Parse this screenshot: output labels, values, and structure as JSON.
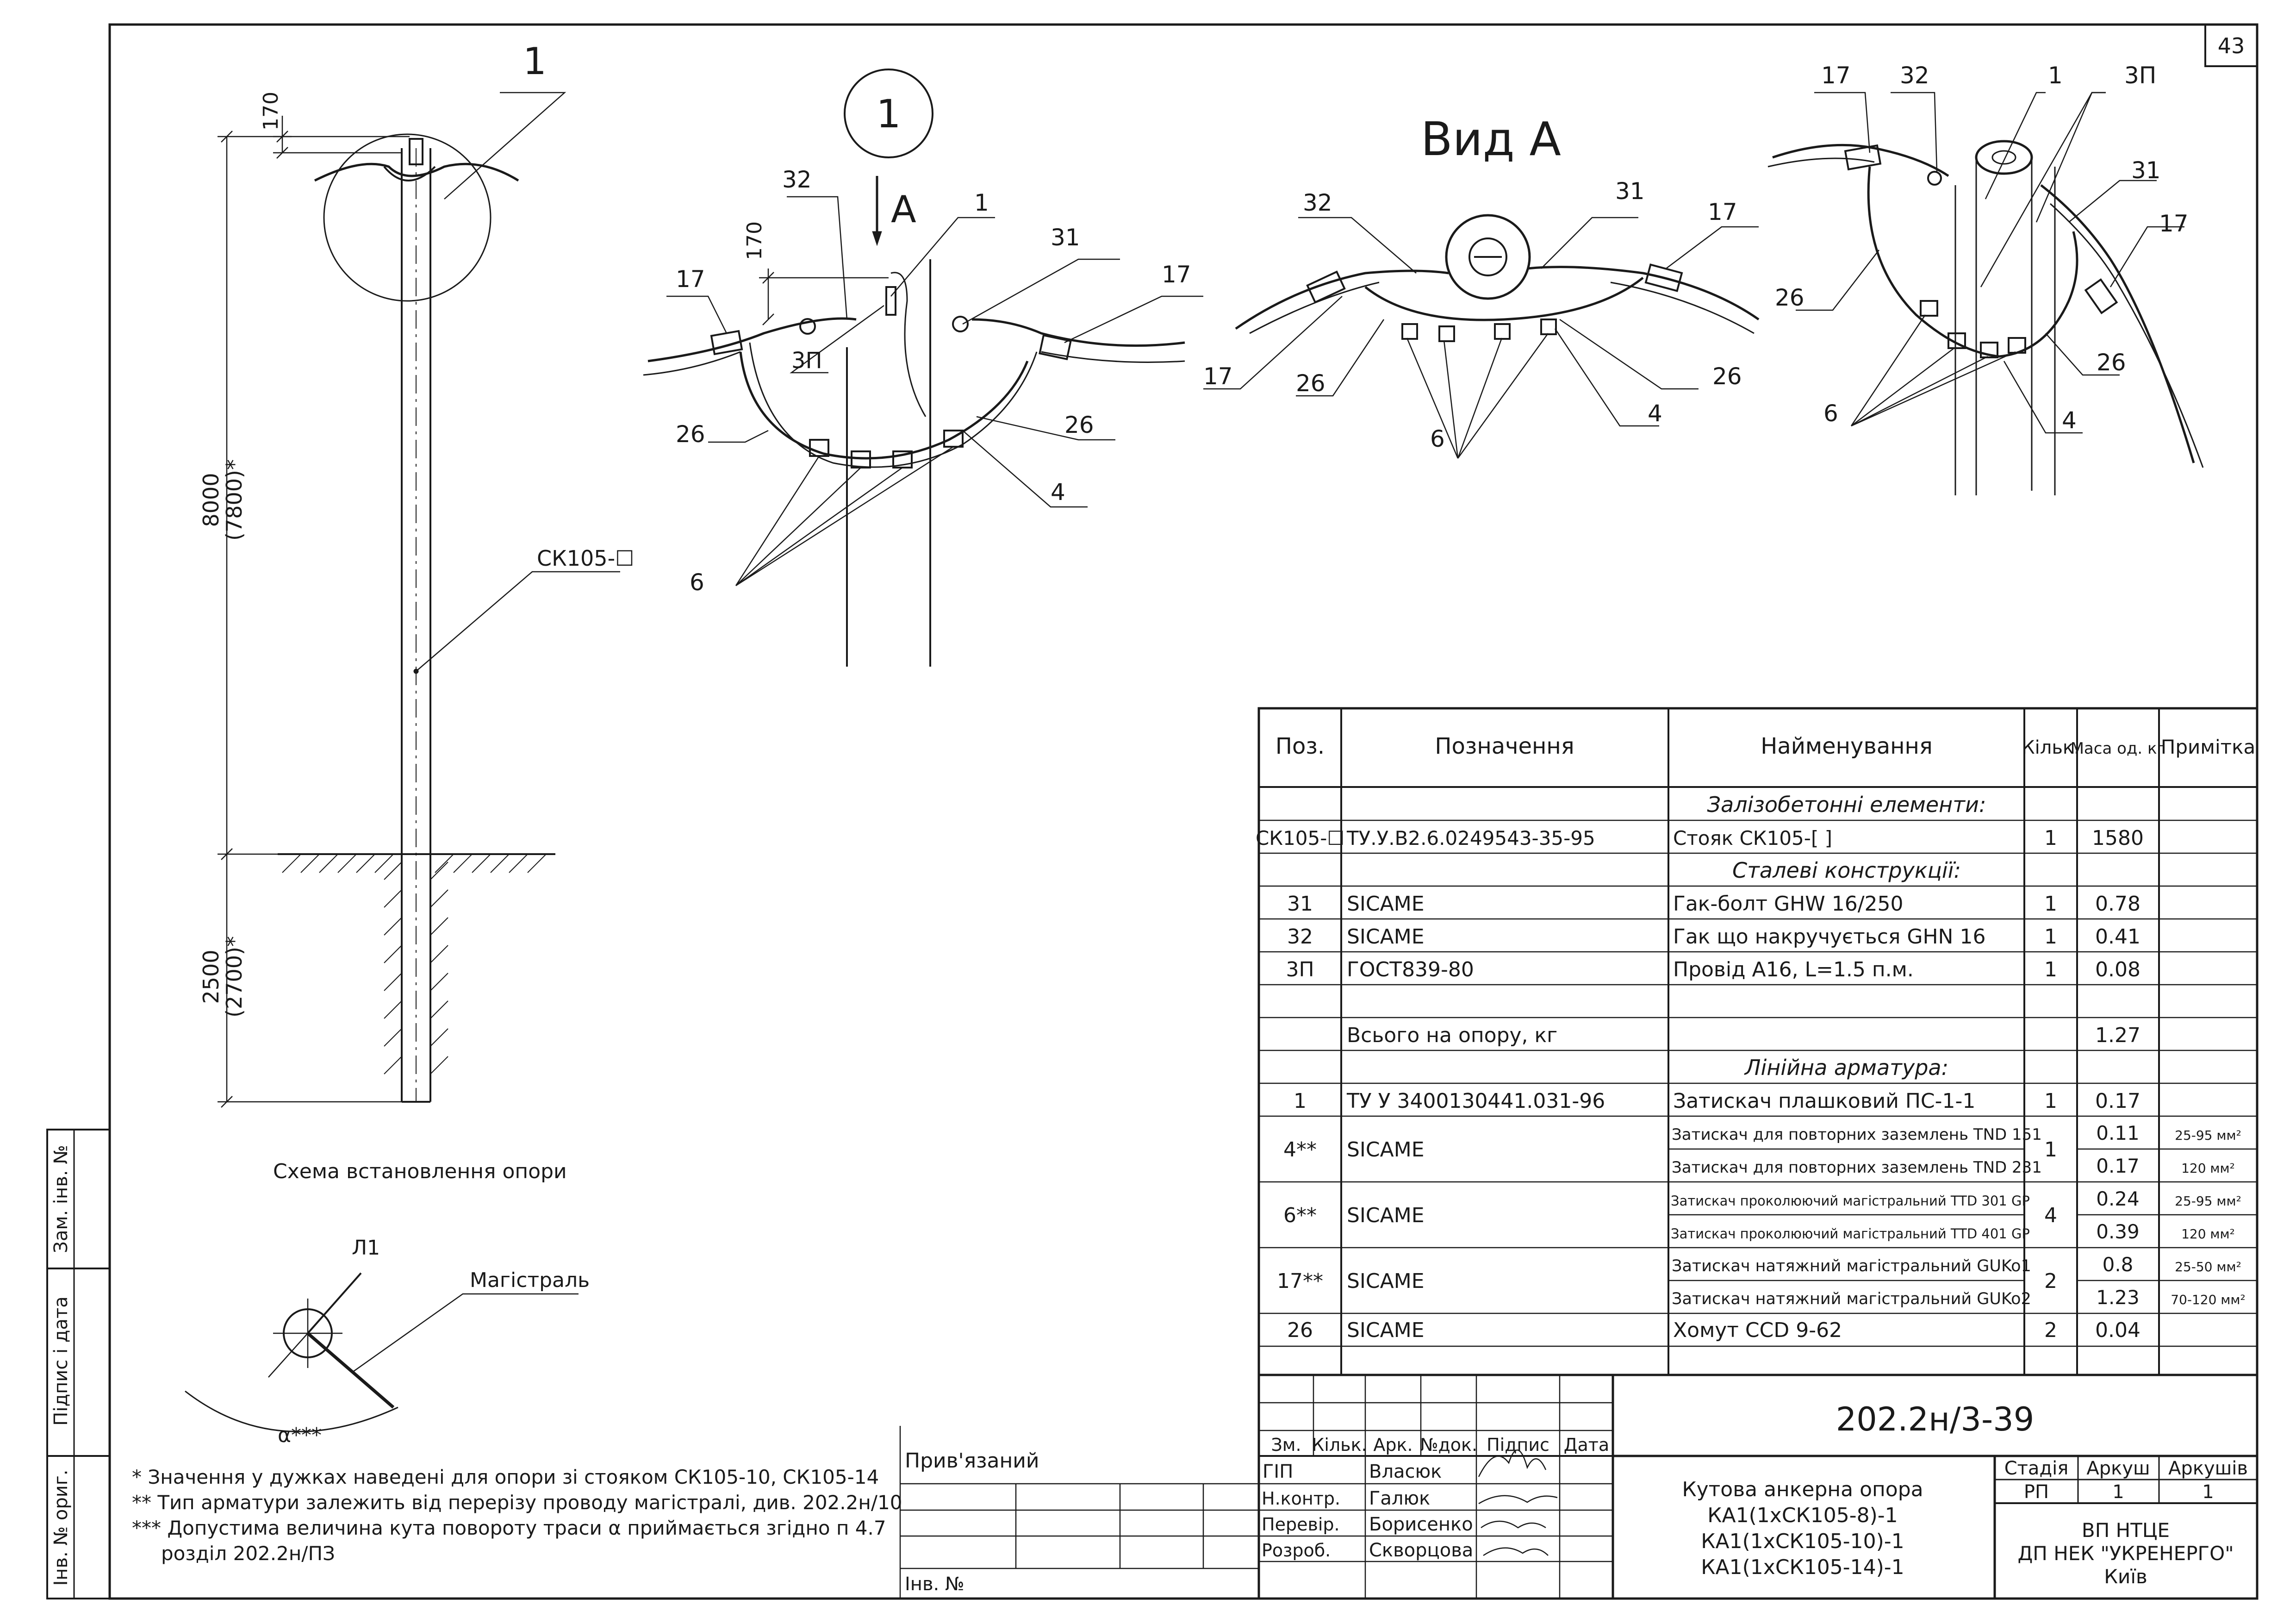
{
  "sheet_number": "43",
  "drawing_code": "202.2н/3-39",
  "title_lines": [
    "Кутова анкерна опора",
    "КА1(1хСК105-8)-1",
    "КА1(1хСК105-10)-1",
    "КА1(1хСК105-14)-1"
  ],
  "stage_header": {
    "stage": "Стадія",
    "sheet": "Аркуш",
    "sheets": "Аркушів"
  },
  "stage_values": {
    "stage": "РП",
    "sheet": "1",
    "sheets": "1"
  },
  "org_lines": [
    "ВП НТЦЕ",
    "ДП НЕК \"УКРЕНЕРГО\"",
    "Київ"
  ],
  "signature_header": [
    "Зм.",
    "Кільк.",
    "Арк.",
    "№док.",
    "Підпис",
    "Дата"
  ],
  "roles": [
    {
      "role": "ГІП",
      "name": "Власюк"
    },
    {
      "role": "Н.контр.",
      "name": "Галюк"
    },
    {
      "role": "Перевір.",
      "name": "Борисенко"
    },
    {
      "role": "Розроб.",
      "name": "Скворцова"
    }
  ],
  "left_block": {
    "attached": "Прив'язаний",
    "inv_no": "Інв. №"
  },
  "margin_stamp": [
    "Зам. інв. №",
    "Підпис і дата",
    "Інв. № ориг."
  ],
  "spec": {
    "headers": [
      "Поз.",
      "Позначення",
      "Найменування",
      "Кільк.",
      "Маса од. кг",
      "Примітка"
    ],
    "sections": {
      "concrete": "Залізобетонні елементи:",
      "steel": "Сталеві конструкції:",
      "linear": "Лінійна арматура:"
    },
    "rows_concrete": [
      {
        "pos": "СК105-☐",
        "des": "ТУ.У.В2.6.0249543-35-95",
        "name": "Стояк СК105-[   ]",
        "qty": "1",
        "mass": "1580",
        "note": ""
      }
    ],
    "rows_steel": [
      {
        "pos": "31",
        "des": "SICAME",
        "name": "Гак-болт GHW 16/250",
        "qty": "1",
        "mass": "0.78",
        "note": ""
      },
      {
        "pos": "32",
        "des": "SICAME",
        "name": "Гак що накручується GHN 16",
        "qty": "1",
        "mass": "0.41",
        "note": ""
      },
      {
        "pos": "3П",
        "des": "ГОСТ839-80",
        "name": "Провід А16, L=1.5 п.м.",
        "qty": "1",
        "mass": "0.08",
        "note": ""
      }
    ],
    "total_label": "Всього на опору, кг",
    "total_mass": "1.27",
    "row_1": {
      "pos": "1",
      "des": "ТУ У 3400130441.031-96",
      "name": "Затискач плашковий ПС-1-1",
      "qty": "1",
      "mass": "0.17"
    },
    "row_4": {
      "pos": "4**",
      "des": "SICAME",
      "qty": "1",
      "subs": [
        {
          "name": "Затискач для повторних заземлень TND 151",
          "mass": "0.11",
          "note": "25-95 мм²"
        },
        {
          "name": "Затискач для повторних заземлень TND 231",
          "mass": "0.17",
          "note": "120 мм²"
        }
      ]
    },
    "row_6": {
      "pos": "6**",
      "des": "SICAME",
      "qty": "4",
      "subs": [
        {
          "name": "Затискач проколюючий магістральний TTD 301 GP",
          "mass": "0.24",
          "note": "25-95 мм²"
        },
        {
          "name": "Затискач проколюючий магістральний TTD 401 GP",
          "mass": "0.39",
          "note": "120 мм²"
        }
      ]
    },
    "row_17": {
      "pos": "17**",
      "des": "SICAME",
      "qty": "2",
      "subs": [
        {
          "name": "Затискач натяжний магістральний GUKo1",
          "mass": "0.8",
          "note": "25-50 мм²"
        },
        {
          "name": "Затискач натяжний магістральний GUKo2",
          "mass": "1.23",
          "note": "70-120 мм²"
        }
      ]
    },
    "row_26": {
      "pos": "26",
      "des": "SICAME",
      "name": "Хомут CCD 9-62",
      "qty": "2",
      "mass": "0.04",
      "note": ""
    }
  },
  "pole": {
    "callout": "1",
    "dim_top": "170",
    "dim_above_main": "8000",
    "dim_above_alt": "(7800)*",
    "dim_below_main": "2500",
    "dim_below_alt": "(2700)*",
    "label": "СК105-☐",
    "caption": "Схема встановлення опори"
  },
  "detail": {
    "circle_label": "1",
    "view_arrow": "А",
    "dim": "170",
    "labels": [
      "32",
      "1",
      "31",
      "17",
      "17",
      "3П",
      "26",
      "26",
      "4",
      "6"
    ]
  },
  "view_a": {
    "title": "Вид А",
    "labels": [
      "32",
      "31",
      "17",
      "17",
      "26",
      "26",
      "6",
      "4"
    ]
  },
  "iso": {
    "labels": [
      "17",
      "32",
      "1",
      "3П",
      "31",
      "17",
      "26",
      "26",
      "6",
      "4"
    ]
  },
  "angle": {
    "l1": "Л1",
    "main": "Магістраль",
    "alpha": "α***"
  },
  "notes": [
    "* Значення у дужках наведені для опори зі стояком СК105-10, СК105-14",
    "** Тип арматури залежить від перерізу проводу магістралі, див. 202.2н/10",
    "*** Допустима величина кута повороту траси α приймається згідно п 4.7",
    "розділ 202.2н/ПЗ"
  ]
}
